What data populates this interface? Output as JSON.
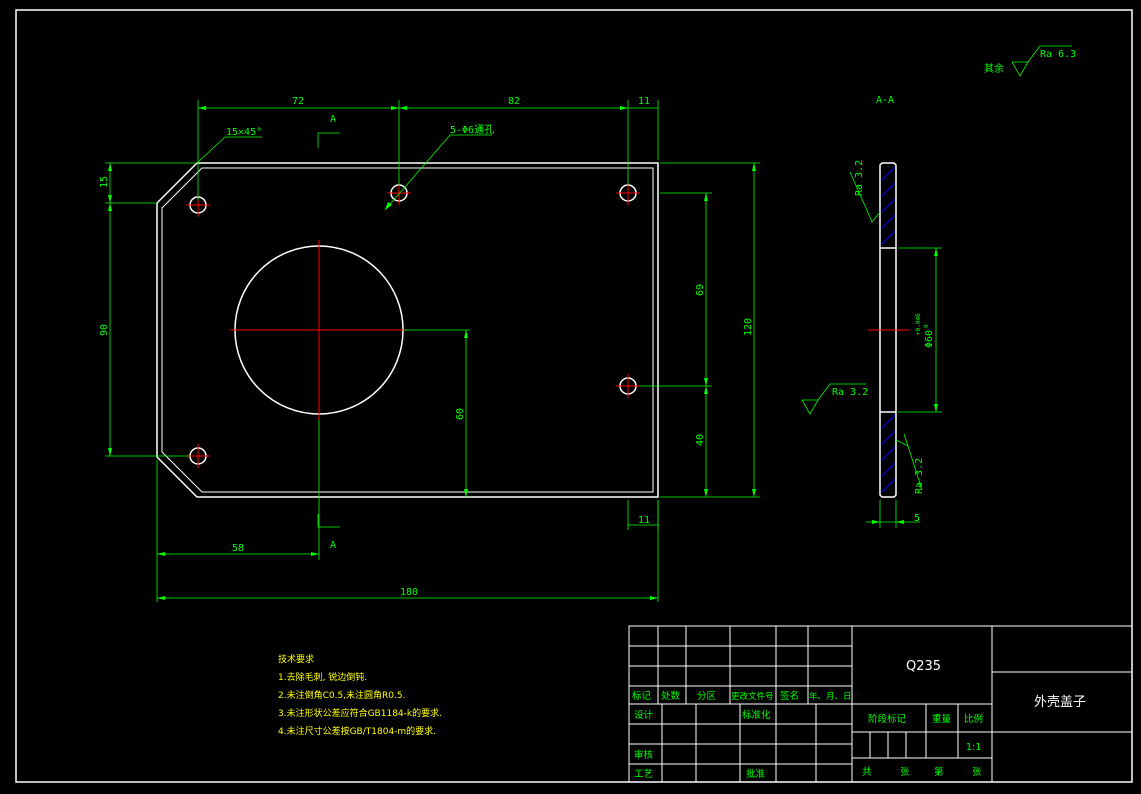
{
  "drawing": {
    "colors": {
      "background": "#000000",
      "outline": "#ffffff",
      "dimension": "#00ff00",
      "centerline": "#ff0000",
      "note": "#ffff00",
      "hatch": "#0000ff"
    },
    "roughness_general_prefix": "其余",
    "roughness_general": "Ra 6.3",
    "roughness_1": "Ra 3.2",
    "roughness_2": "Ra 3.2",
    "roughness_3": "Ra 3.2",
    "section_label": "A-A",
    "section_mark_top": "A",
    "section_mark_bottom": "A",
    "dimensions": {
      "d72": "72",
      "d82": "82",
      "d11_top": "11",
      "d11_bottom": "11",
      "chamfer": "15×45°",
      "holes": "5-Φ6通孔",
      "d15": "15",
      "d90": "90",
      "d69": "69",
      "d120": "120",
      "d40": "40",
      "d60": "60",
      "d58": "58",
      "d180": "180",
      "dia60": "Φ60",
      "dia60_tol": "+0.046",
      "dia60_tol_low": "0",
      "d5": "5"
    }
  },
  "notes": {
    "title": "技术要求",
    "items": [
      "1.去除毛刺, 锐边倒钝.",
      "2.未注倒角C0.5,未注圆角R0.5.",
      "3.未注形状公差应符合GB1184-k的要求.",
      "4.未注尺寸公差按GB/T1804-m的要求."
    ]
  },
  "title_block": {
    "material": "Q235",
    "part_name": "外壳盖子",
    "row_headers": [
      "标记",
      "处数",
      "分区",
      "更改文件号",
      "签名",
      "年、月、日"
    ],
    "design": "设计",
    "standardize": "标准化",
    "stage_mark": "阶段标记",
    "weight": "重量",
    "scale": "比例",
    "scale_value": "1:1",
    "review": "审核",
    "process": "工艺",
    "approve": "批准",
    "total": "共",
    "sheets": "张",
    "page": "第",
    "sheet_end": "张"
  }
}
